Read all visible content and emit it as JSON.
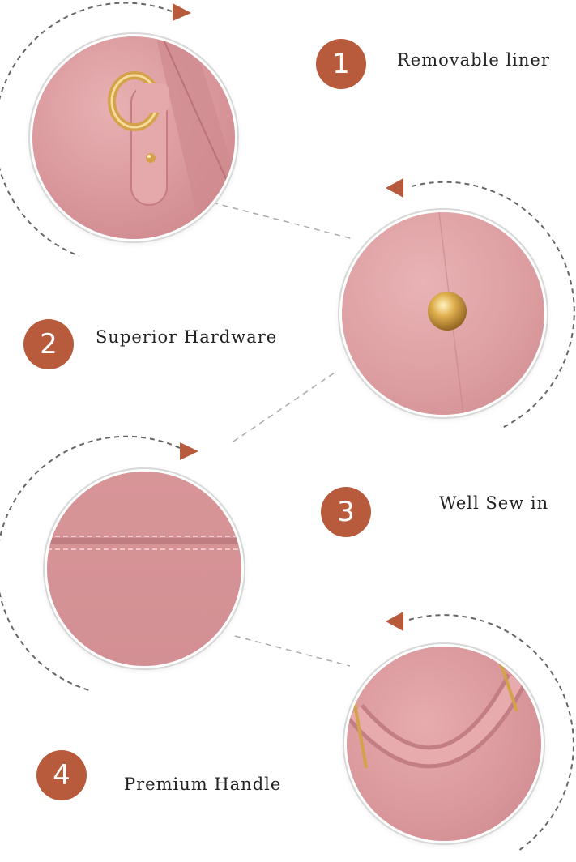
{
  "colors": {
    "badge": "#b85a3c",
    "leather_pink": "#d9979b",
    "gold": "#d4a24a",
    "dashed_line": "#6a6a6a"
  },
  "features": [
    {
      "number": "1",
      "label": "Removable liner"
    },
    {
      "number": "2",
      "label": "Superior Hardware"
    },
    {
      "number": "3",
      "label": "Well Sew in"
    },
    {
      "number": "4",
      "label": "Premium Handle"
    }
  ]
}
